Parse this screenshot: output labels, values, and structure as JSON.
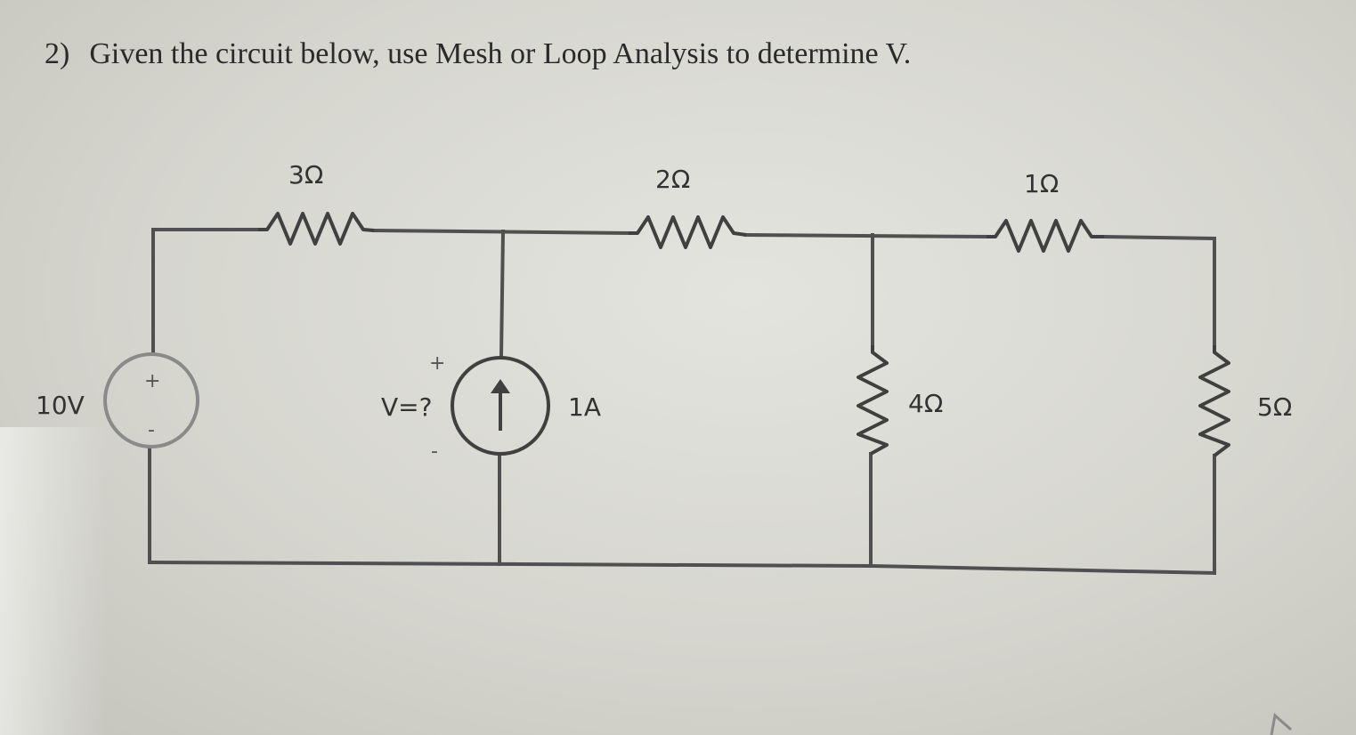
{
  "question": {
    "number": "2)",
    "text": "Given the circuit below, use Mesh or Loop Analysis to determine V."
  },
  "circuit": {
    "voltage_source": {
      "label": "10V",
      "plus": "+",
      "minus": "-"
    },
    "current_source": {
      "label": "1A",
      "voltage_label": "V=?",
      "plus": "+",
      "minus": "-"
    },
    "resistors": {
      "r3": "3Ω",
      "r2": "2Ω",
      "r1": "1Ω",
      "r4": "4Ω",
      "r5": "5Ω"
    }
  },
  "colors": {
    "wire": "#505050",
    "text": "#333333",
    "background": "#dcdcd5"
  }
}
